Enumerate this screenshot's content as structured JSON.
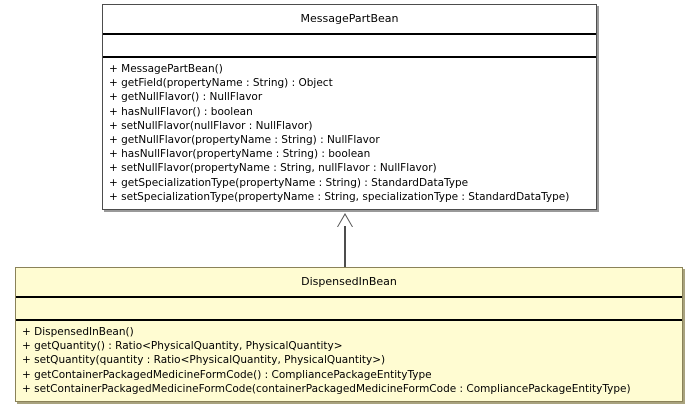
{
  "diagram": {
    "type": "uml-class-diagram",
    "background_color": "#ffffff",
    "classes": [
      {
        "id": "message-part-bean",
        "name": "MessagePartBean",
        "highlighted": false,
        "fill_color": "#ffffff",
        "border_color": "#4d4d4d",
        "attributes": [],
        "operations": [
          "+ MessagePartBean()",
          "+ getField(propertyName : String) : Object",
          "+ getNullFlavor() : NullFlavor",
          "+ hasNullFlavor() : boolean",
          "+ setNullFlavor(nullFlavor : NullFlavor)",
          "+ getNullFlavor(propertyName : String) : NullFlavor",
          "+ hasNullFlavor(propertyName : String) : boolean",
          "+ setNullFlavor(propertyName : String, nullFlavor : NullFlavor)",
          "+ getSpecializationType(propertyName : String) : StandardDataType",
          "+ setSpecializationType(propertyName : String, specializationType : StandardDataType)"
        ]
      },
      {
        "id": "dispensed-in-bean",
        "name": "DispensedInBean",
        "highlighted": true,
        "fill_color": "#fffcd2",
        "border_color": "#8a8259",
        "attributes": [],
        "operations": [
          "+ DispensedInBean()",
          "+ getQuantity() : Ratio<PhysicalQuantity, PhysicalQuantity>",
          "+ setQuantity(quantity : Ratio<PhysicalQuantity, PhysicalQuantity>)",
          "+ getContainerPackagedMedicineFormCode() : CompliancePackageEntityType",
          "+ setContainerPackagedMedicineFormCode(containerPackagedMedicineFormCode : CompliancePackageEntityType)"
        ]
      }
    ],
    "relationships": [
      {
        "id": "generalization-1",
        "kind": "generalization",
        "source": "DispensedInBean",
        "target": "MessagePartBean",
        "arrow": "hollow-triangle"
      }
    ]
  }
}
